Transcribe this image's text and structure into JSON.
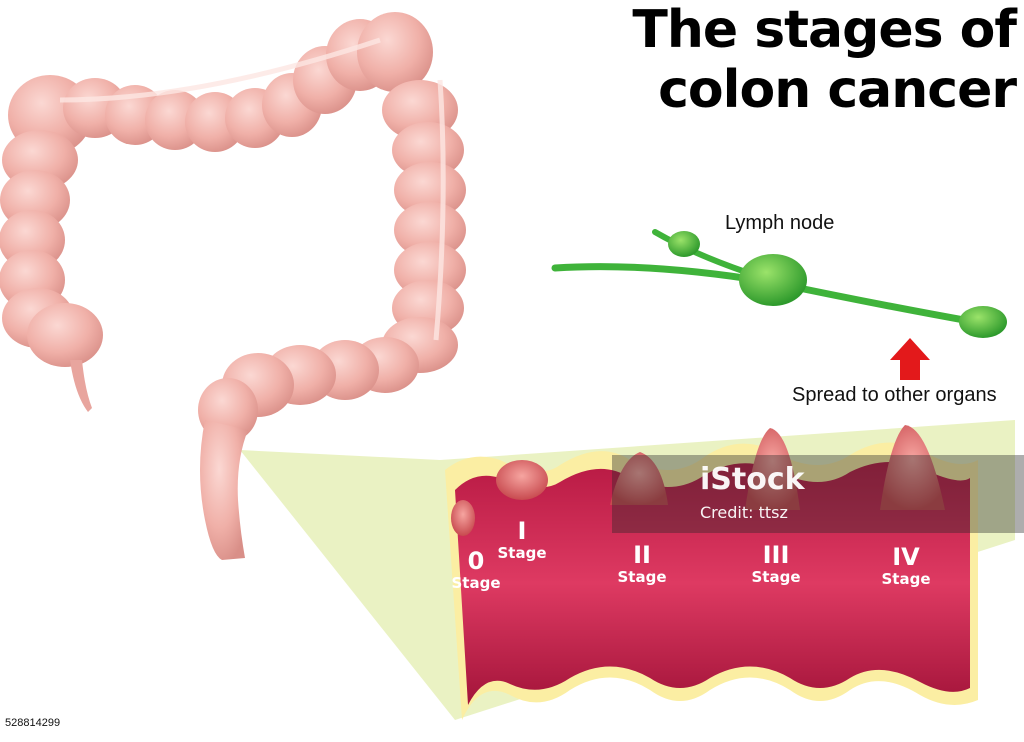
{
  "title": {
    "line1": "The stages of",
    "line2": "colon cancer"
  },
  "labels": {
    "lymph_node": "Lymph node",
    "spread": "Spread to other organs"
  },
  "stages": [
    {
      "num": "0",
      "word": "Stage"
    },
    {
      "num": "I",
      "word": "Stage"
    },
    {
      "num": "II",
      "word": "Stage"
    },
    {
      "num": "III",
      "word": "Stage"
    },
    {
      "num": "IV",
      "word": "Stage"
    }
  ],
  "watermark": {
    "brand": "iStock",
    "credit": "Credit: ttsz"
  },
  "image_id": "528814299",
  "colors": {
    "colon": "#f1b5ae",
    "tissue": "#c8204a",
    "fat": "#fbeea3",
    "lymph": "#3fb33a",
    "arrow": "#e3191b",
    "zoom_cone": "#e6f0b8"
  }
}
